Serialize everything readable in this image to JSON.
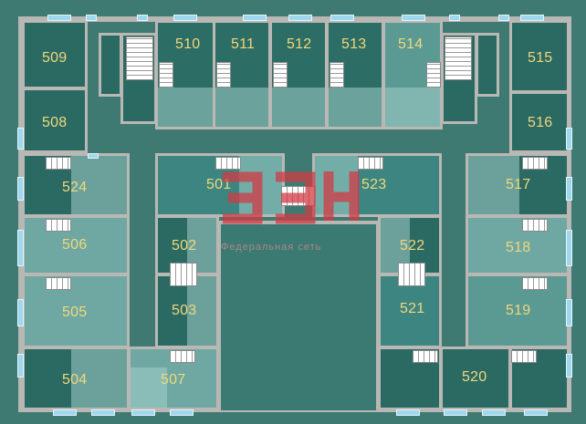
{
  "plan": {
    "colors": {
      "background": "#3f7a72",
      "wall": "#b9b8b4",
      "room_dark": "#2c6d65",
      "room_light": "#6fa8a2",
      "label": "#f1d77c",
      "window": "#9fd8ee"
    },
    "rooms": [
      {
        "id": "509",
        "label": "509"
      },
      {
        "id": "508",
        "label": "508"
      },
      {
        "id": "510",
        "label": "510"
      },
      {
        "id": "511",
        "label": "511"
      },
      {
        "id": "512",
        "label": "512"
      },
      {
        "id": "513",
        "label": "513"
      },
      {
        "id": "514",
        "label": "514"
      },
      {
        "id": "515",
        "label": "515"
      },
      {
        "id": "516",
        "label": "516"
      },
      {
        "id": "524",
        "label": "524"
      },
      {
        "id": "501",
        "label": "501"
      },
      {
        "id": "523",
        "label": "523"
      },
      {
        "id": "517",
        "label": "517"
      },
      {
        "id": "506",
        "label": "506"
      },
      {
        "id": "502",
        "label": "502"
      },
      {
        "id": "522",
        "label": "522"
      },
      {
        "id": "518",
        "label": "518"
      },
      {
        "id": "505",
        "label": "505"
      },
      {
        "id": "503",
        "label": "503"
      },
      {
        "id": "521",
        "label": "521"
      },
      {
        "id": "519",
        "label": "519"
      },
      {
        "id": "504",
        "label": "504"
      },
      {
        "id": "507",
        "label": "507"
      },
      {
        "id": "520",
        "label": "520"
      }
    ],
    "watermark": {
      "logo_text": "ЭЗН",
      "caption": "Федеральная сеть"
    }
  }
}
